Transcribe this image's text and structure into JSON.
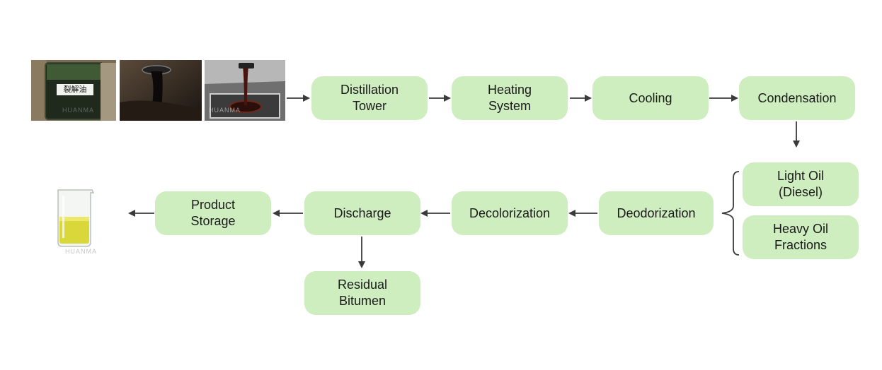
{
  "images": {
    "photo1": {
      "label": "裂解油",
      "watermark": "HUANMA"
    },
    "photo2": {
      "watermark": ""
    },
    "photo3": {
      "watermark": "HUANMA"
    },
    "beaker": {
      "watermark": "HUANMA"
    }
  },
  "nodes": {
    "distillation_tower": "Distillation\nTower",
    "heating_system": "Heating\nSystem",
    "cooling": "Cooling",
    "condensation": "Condensation",
    "light_oil": "Light Oil\n(Diesel)",
    "heavy_oil": "Heavy Oil\nFractions",
    "deodorization": "Deodorization",
    "decolorization": "Decolorization",
    "discharge": "Discharge",
    "product_storage": "Product\nStorage",
    "residual_bitumen": "Residual\nBitumen"
  },
  "colors": {
    "node_fill": "#cfeec0",
    "arrow": "#3a3a3a",
    "text": "#1a1a1a"
  }
}
